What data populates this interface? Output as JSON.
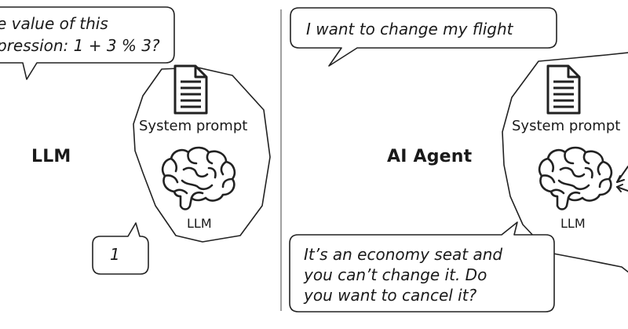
{
  "left_panel": {
    "title": "LLM",
    "user_bubble_lines": [
      "e value of this",
      "pression: 1 + 3 % 3?"
    ],
    "reply_bubble": "1",
    "system_prompt_label": "System prompt",
    "brain_label": "LLM"
  },
  "right_panel": {
    "title": "AI Agent",
    "user_bubble": "I want to change my flight",
    "system_prompt_label": "System prompt",
    "brain_label": "LLM",
    "reply_bubble_lines": [
      "It’s an economy seat and",
      "you can’t change it. Do",
      "you want to cancel it?"
    ]
  },
  "colors": {
    "stroke": "#222222",
    "text": "#1a1a1a",
    "divider": "#777777",
    "background": "#ffffff"
  }
}
